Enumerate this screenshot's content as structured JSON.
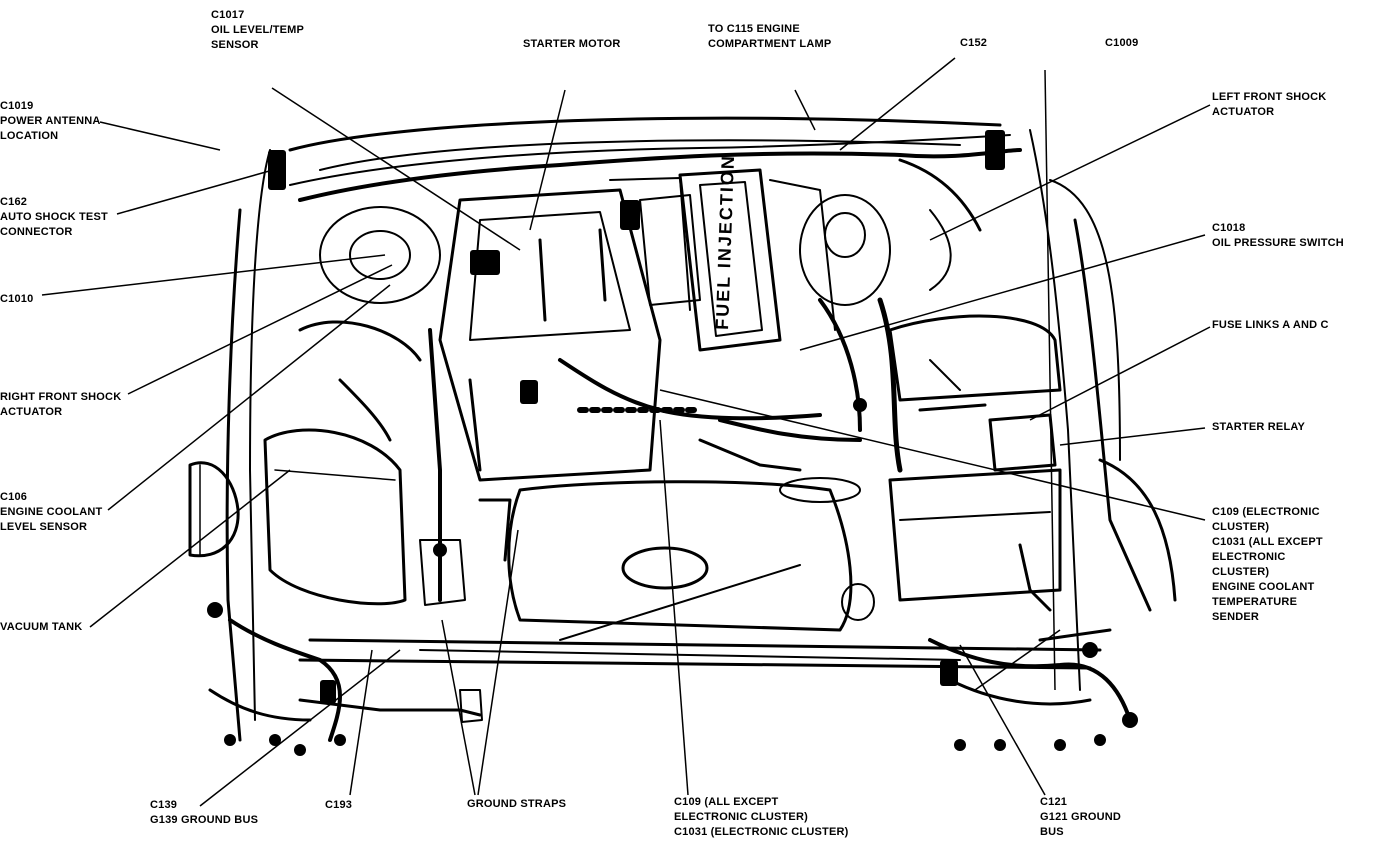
{
  "labels": {
    "c1017": [
      "C1017",
      "OIL LEVEL/TEMP",
      "SENSOR"
    ],
    "starter_motor": [
      "STARTER MOTOR"
    ],
    "c115": [
      "TO C115 ENGINE",
      "COMPARTMENT LAMP"
    ],
    "c152": [
      "C152"
    ],
    "c1009": [
      "C1009"
    ],
    "c1019": [
      "C1019",
      "POWER ANTENNA",
      "LOCATION"
    ],
    "c162": [
      "C162",
      "AUTO SHOCK TEST",
      "CONNECTOR"
    ],
    "c1010": [
      "C1010"
    ],
    "right_front_shock": [
      "RIGHT FRONT SHOCK",
      "ACTUATOR"
    ],
    "c106": [
      "C106",
      "ENGINE COOLANT",
      "LEVEL SENSOR"
    ],
    "vacuum_tank": [
      "VACUUM TANK"
    ],
    "c139": [
      "C139",
      "G139 GROUND BUS"
    ],
    "c193": [
      "C193"
    ],
    "ground_straps": [
      "GROUND STRAPS"
    ],
    "c109_bottom": [
      "C109 (ALL EXCEPT",
      "ELECTRONIC CLUSTER)",
      "C1031 (ELECTRONIC CLUSTER)"
    ],
    "c121": [
      "C121",
      "G121 GROUND",
      "BUS"
    ],
    "left_front_shock": [
      "LEFT FRONT SHOCK",
      "ACTUATOR"
    ],
    "c1018": [
      "C1018",
      "OIL PRESSURE SWITCH"
    ],
    "fuse_links": [
      "FUSE LINKS A AND C"
    ],
    "starter_relay": [
      "STARTER RELAY"
    ],
    "c109_right": [
      "C109 (ELECTRONIC",
      "CLUSTER)",
      "C1031 (ALL EXCEPT",
      "ELECTRONIC",
      "CLUSTER)",
      "ENGINE COOLANT",
      "TEMPERATURE",
      "SENDER"
    ]
  },
  "engine_markings": {
    "intake_text": "FUEL INJECTION"
  }
}
